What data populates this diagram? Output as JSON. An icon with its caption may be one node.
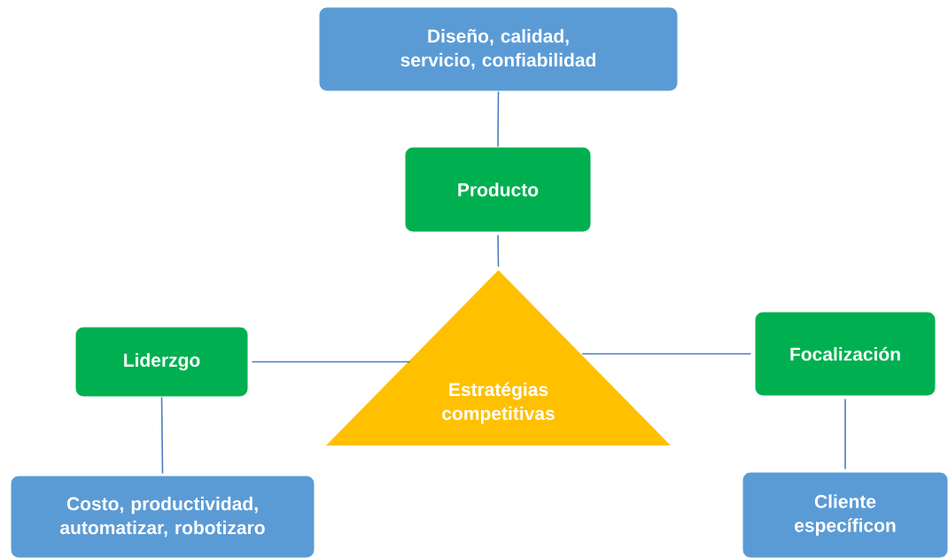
{
  "diagram": {
    "nodes": [
      {
        "text": [
          "Diseño, calidad, servicio, confiabilidad"
        ]
      },
      {
        "text": [
          "Producto"
        ]
      },
      {
        "text": [
          "Estratégias competitivas"
        ]
      },
      {
        "text": [
          "Liderzgo"
        ]
      },
      {
        "text": [
          "Focalización"
        ]
      },
      {
        "text": [
          "Costo, productividad, automatizar, robotizaro"
        ]
      },
      {
        "text": [
          "Cliente específicon"
        ]
      }
    ],
    "edges": [
      {
        "from": 0,
        "to": 1,
        "arrow": "none"
      },
      {
        "from": 1,
        "to": 2,
        "arrow": "none"
      },
      {
        "from": 3,
        "to": 2,
        "arrow": "none"
      },
      {
        "from": 2,
        "to": 4,
        "arrow": "none"
      },
      {
        "from": 3,
        "to": 5,
        "arrow": "none"
      },
      {
        "from": 4,
        "to": 6,
        "arrow": "none"
      }
    ]
  }
}
